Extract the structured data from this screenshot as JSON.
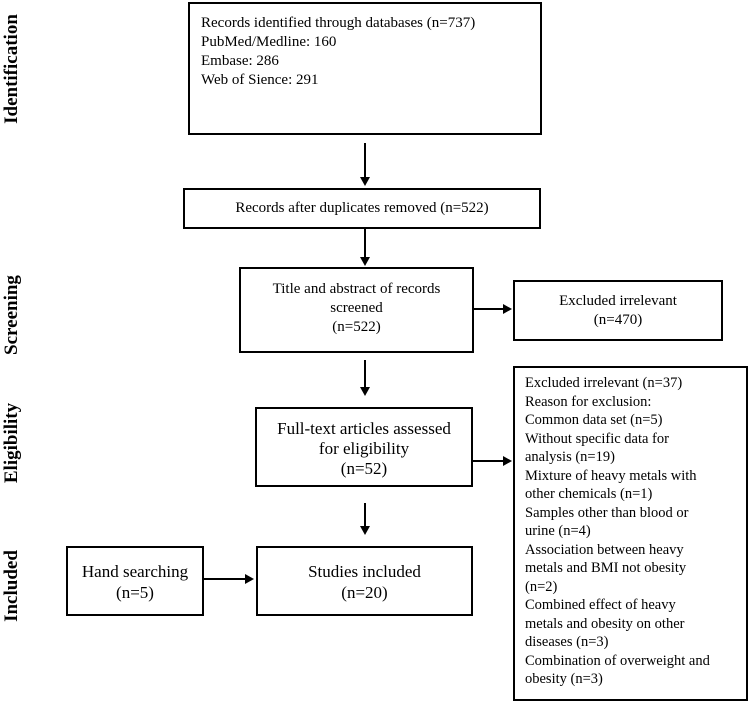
{
  "stages": [
    "Identification",
    "Screening",
    "Eligibility",
    "Included"
  ],
  "identification": {
    "lines": [
      "Records identified through databases (n=737)",
      "PubMed/Medline: 160",
      "Embase: 286",
      "Web of Sience: 291"
    ]
  },
  "duplicates": {
    "text": "Records after duplicates removed (n=522)"
  },
  "screened": {
    "lines": [
      "Title and abstract of records",
      "screened",
      "(n=522)"
    ]
  },
  "excluded_screening": {
    "lines": [
      "Excluded irrelevant",
      "(n=470)"
    ]
  },
  "fulltext": {
    "lines": [
      "Full-text articles assessed",
      "for eligibility",
      "(n=52)"
    ]
  },
  "excluded_fulltext": {
    "lines": [
      "Excluded irrelevant (n=37)",
      "Reason for exclusion:",
      "Common data set (n=5)",
      "Without specific data for",
      "analysis (n=19)",
      "Mixture of heavy metals with",
      "other chemicals (n=1)",
      "Samples other than blood or",
      "urine (n=4)",
      "Association between heavy",
      "metals and BMI not obesity",
      "(n=2)",
      "Combined effect of heavy",
      "metals and obesity on other",
      "diseases (n=3)",
      "Combination of overweight and",
      "obesity (n=3)"
    ]
  },
  "hand_search": {
    "lines": [
      "Hand searching",
      "(n=5)"
    ]
  },
  "included": {
    "lines": [
      "Studies included",
      "(n=20)"
    ]
  }
}
